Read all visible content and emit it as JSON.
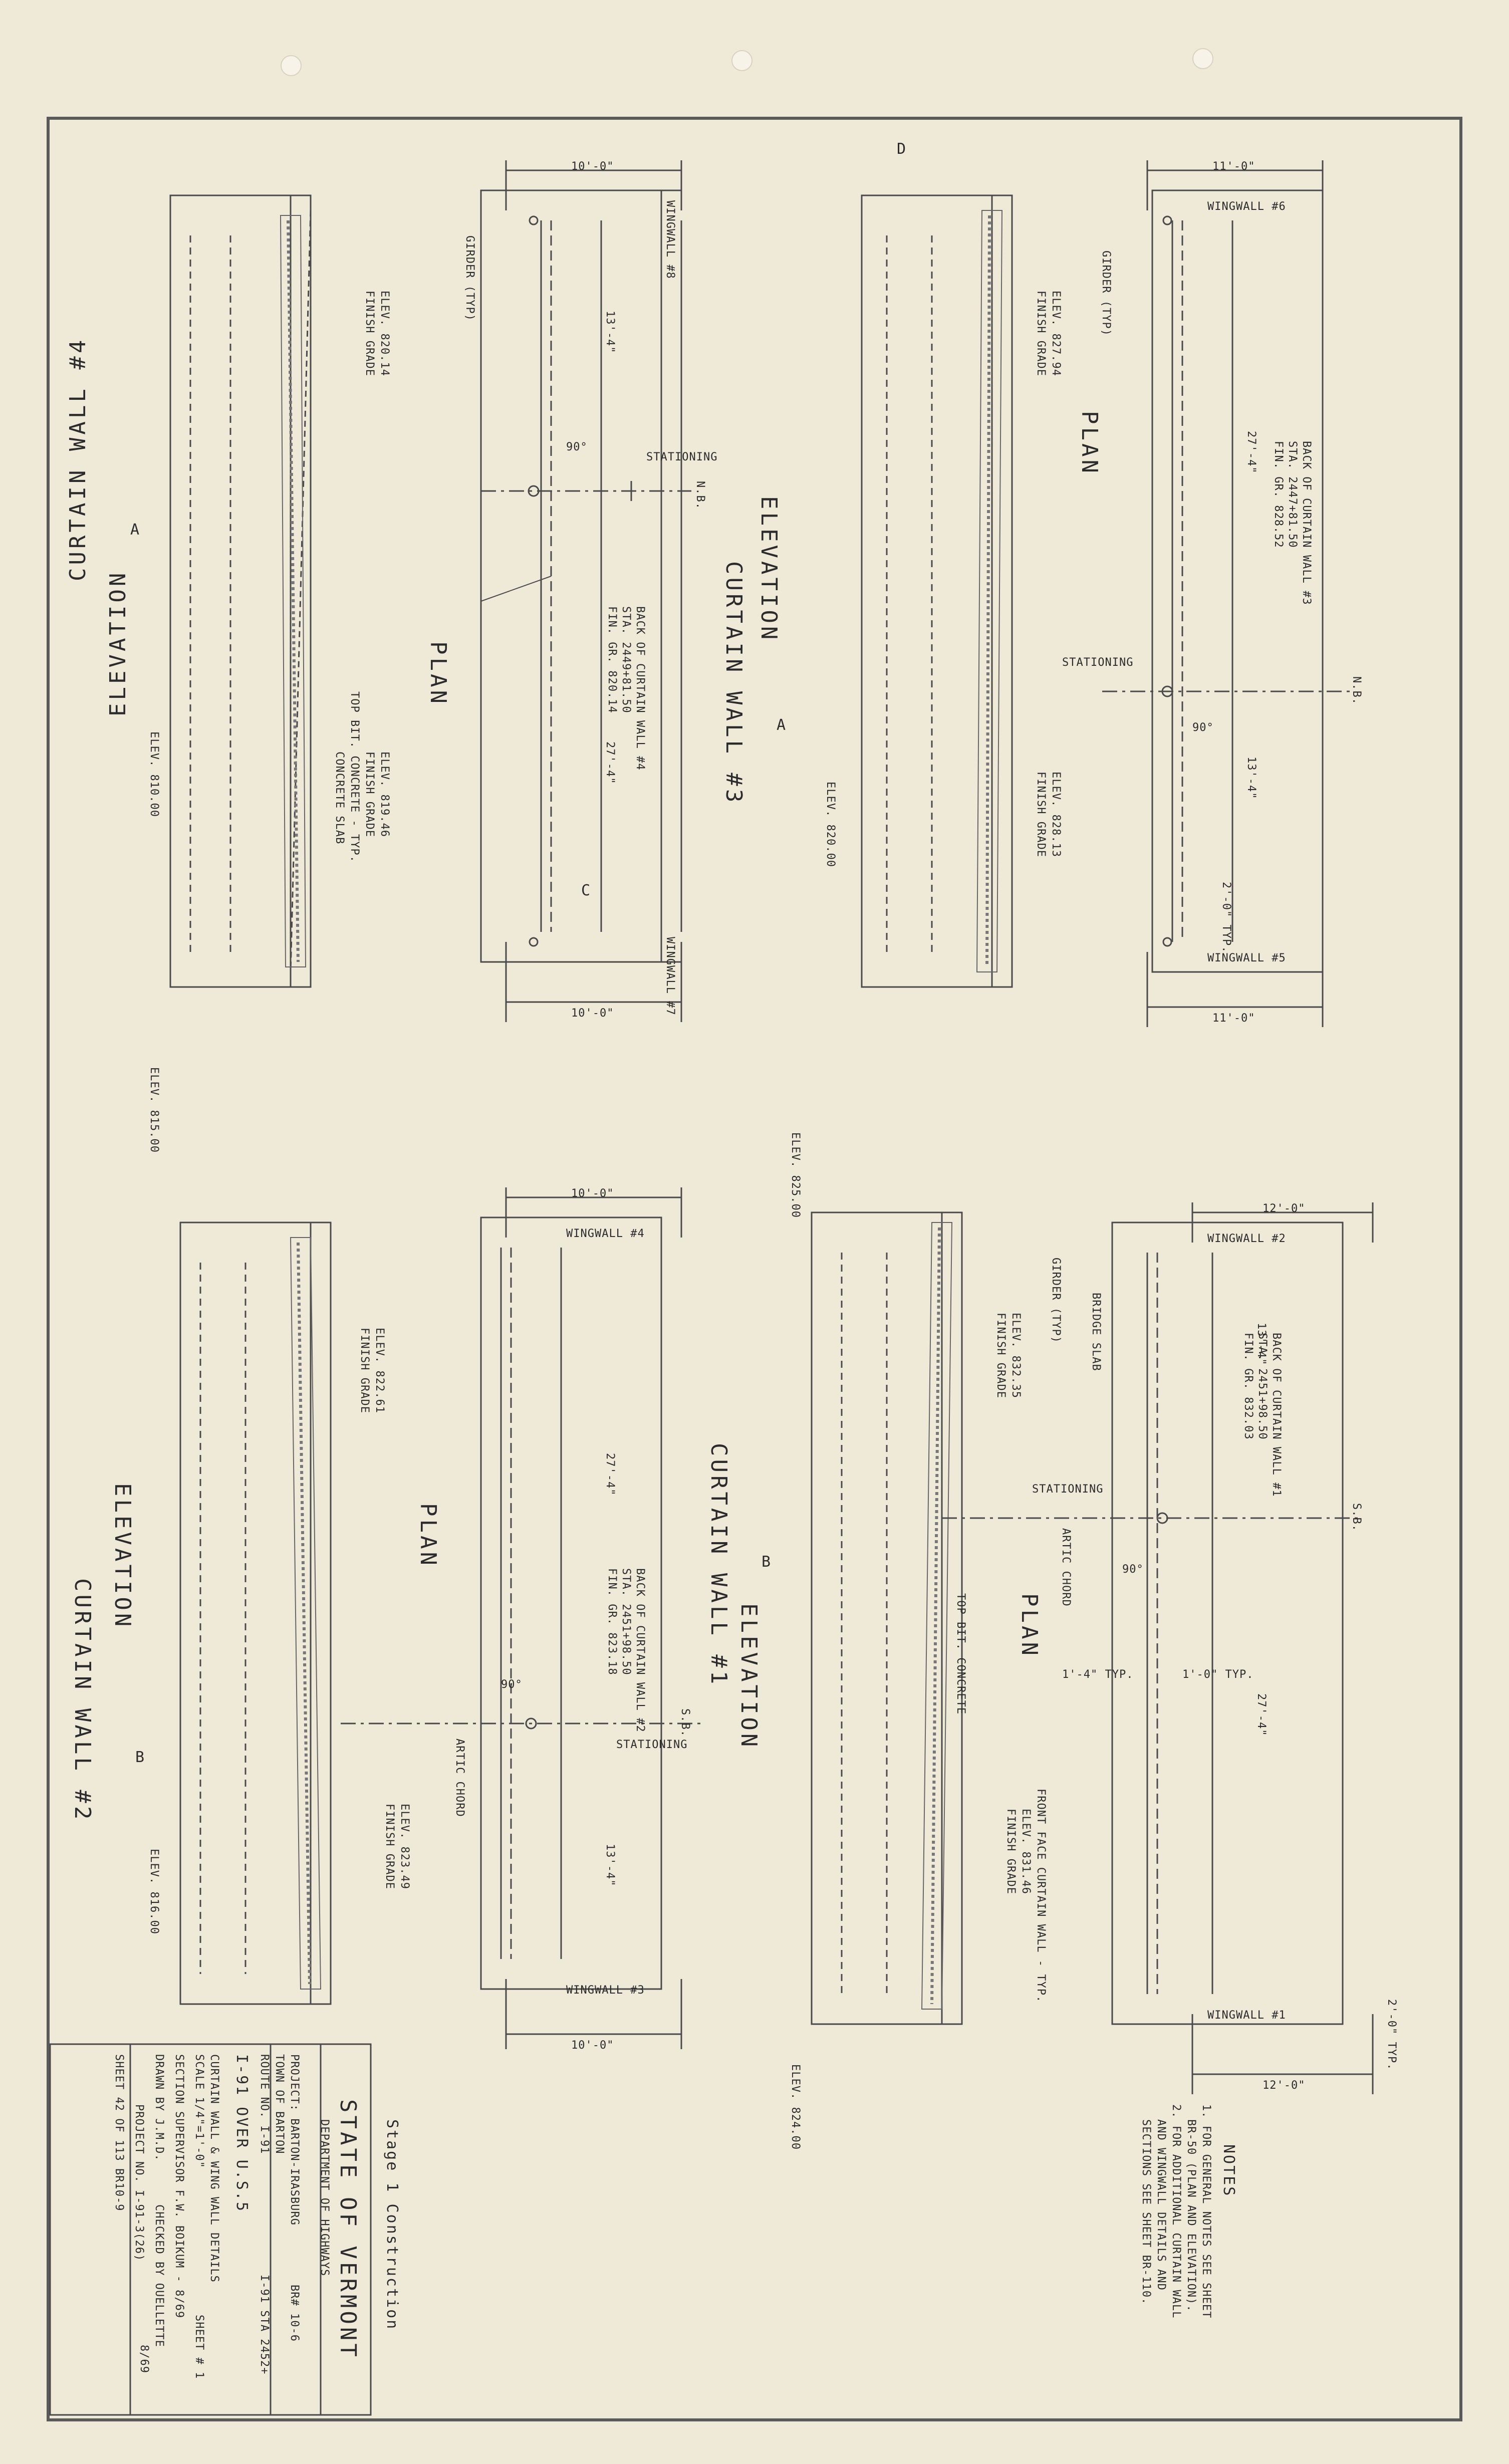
{
  "titleblock": {
    "state": "STATE OF VERMONT",
    "dept": "DEPARTMENT OF HIGHWAYS",
    "stage": "Stage 1 Construction",
    "project": "PROJECT: BARTON-IRASBURG",
    "br": "BR# 10-6",
    "town": "TOWN OF BARTON",
    "route": "ROUTE NO. I-91",
    "sta": "I-91 STA 2452+",
    "over": "I-91 OVER U.S.5",
    "desc": "CURTAIN WALL & WING WALL DETAILS",
    "scale": "SCALE 1/4\"=1'-0\"",
    "sheet_no": "SHEET # 1",
    "supervisor": "SECTION SUPERVISOR F.W. BOIKUM - 8/69",
    "drawn": "DRAWN BY J.M.D.",
    "checked": "CHECKED BY OUELLETTE",
    "checked_date": "8/69",
    "project_no": "PROJECT NO. I-91-3(26)",
    "sheet": "SHEET 42 OF 113 BR10-9"
  },
  "notes": {
    "title": "NOTES",
    "n1": "1. FOR GENERAL NOTES SEE SHEET",
    "n1b": "BR-50 (PLAN AND ELEVATION).",
    "n2": "2. FOR ADDITIONAL CURTAIN WALL",
    "n2b": "AND WINGWALL DETAILS AND",
    "n2c": "SECTIONS SEE SHEET BR-110."
  },
  "views": {
    "cw4": {
      "elevation_title": "ELEVATION",
      "wall_title": "CURTAIN WALL #4",
      "plan_title": "PLAN",
      "ww_top": "WINGWALL #8",
      "ww_bot": "WINGWALL #7",
      "dim_top": "10'-0\"",
      "dim_bot": "10'-0\"",
      "dim_a": "13'-4\"",
      "dim_b": "27'-4\"",
      "elev1": "ELEV. 820.14",
      "elev1b": "FINISH GRADE",
      "elev2": "ELEV. 819.46",
      "elev2b": "FINISH GRADE",
      "elev3": "ELEV. 810.00",
      "note_conc": "TOP BIT. CONCRETE - TYP.",
      "note_slab": "CONCRETE SLAB",
      "back": "BACK OF CURTAIN WALL #4",
      "back_sta": "STA. 2449+81.50",
      "back_grade": "FIN. GR. 820.14",
      "girder": "GIRDER (TYP)",
      "stationing": "STATIONING",
      "nb": "N.B.",
      "angle": "90°",
      "sec_a": "A",
      "sec_c": "C"
    },
    "cw3": {
      "elevation_title": "ELEVATION",
      "wall_title": "CURTAIN WALL #3",
      "plan_title": "PLAN",
      "ww_top": "WINGWALL #6",
      "ww_bot": "WINGWALL #5",
      "dim_top": "11'-0\"",
      "dim_bot": "11'-0\"",
      "dim_a": "27'-4\"",
      "dim_b": "13'-4\"",
      "dim_c": "2'-0\" TYP.",
      "elev1": "ELEV. 827.94",
      "elev1b": "FINISH GRADE",
      "elev2": "ELEV. 828.13",
      "elev2b": "FINISH GRADE",
      "elev3": "ELEV. 820.00",
      "back": "BACK OF CURTAIN WALL #3",
      "back_sta": "STA. 2447+81.50",
      "back_grade": "FIN. GR. 828.52",
      "girder": "GIRDER (TYP)",
      "stationing": "STATIONING",
      "nb": "N.B.",
      "angle": "90°",
      "sec_a": "A",
      "sec_d": "D"
    },
    "cw2": {
      "elevation_title": "ELEVATION",
      "wall_title": "CURTAIN WALL #2",
      "plan_title": "PLAN",
      "ww_top": "WINGWALL #4",
      "ww_bot": "WINGWALL #3",
      "dim_top": "10'-0\"",
      "dim_bot": "10'-0\"",
      "dim_a": "27'-4\"",
      "dim_b": "13'-4\"",
      "elev_left": "ELEV. 815.00",
      "elev_right": "ELEV. 816.00",
      "elev1": "ELEV. 822.61",
      "elev1b": "FINISH GRADE",
      "elev2": "ELEV. 823.49",
      "elev2b": "FINISH GRADE",
      "back": "BACK OF CURTAIN WALL #2",
      "back_sta": "STA. 2451+98.50",
      "back_grade": "FIN. GR. 823.18",
      "stationing": "STATIONING",
      "sb": "S.B.",
      "angle": "90°",
      "chord": "ARTIC CHORD",
      "sec_b": "B"
    },
    "cw1": {
      "elevation_title": "ELEVATION",
      "wall_title": "CURTAIN WALL #1",
      "plan_title": "PLAN",
      "ww_top": "WINGWALL #2",
      "ww_bot": "WINGWALL #1",
      "dim_top": "12'-0\"",
      "dim_bot": "12'-0\"",
      "dim_a": "13'-4\"",
      "dim_b": "27'-4\"",
      "dim_c": "1'-4\" TYP.",
      "dim_d": "1'-0\" TYP.",
      "dim_e": "2'-0\" TYP.",
      "elev_left": "ELEV. 825.00",
      "elev_right": "ELEV. 824.00",
      "elev1": "ELEV. 832.35",
      "elev1b": "FINISH GRADE",
      "elev2": "ELEV. 831.46",
      "elev2b": "FINISH GRADE",
      "back": "BACK OF CURTAIN WALL #1",
      "back_sta": "STA. 2451+98.50",
      "back_grade": "FIN. GR. 832.03",
      "girder": "GIRDER (TYP)",
      "bridge_slab": "BRIDGE SLAB",
      "stationing": "STATIONING",
      "sb": "S.B.",
      "angle": "90°",
      "chord": "ARTIC CHORD",
      "note_conc": "TOP BIT. CONCRETE",
      "front_face": "FRONT FACE CURTAIN WALL - TYP.",
      "sec_b": "B"
    }
  }
}
